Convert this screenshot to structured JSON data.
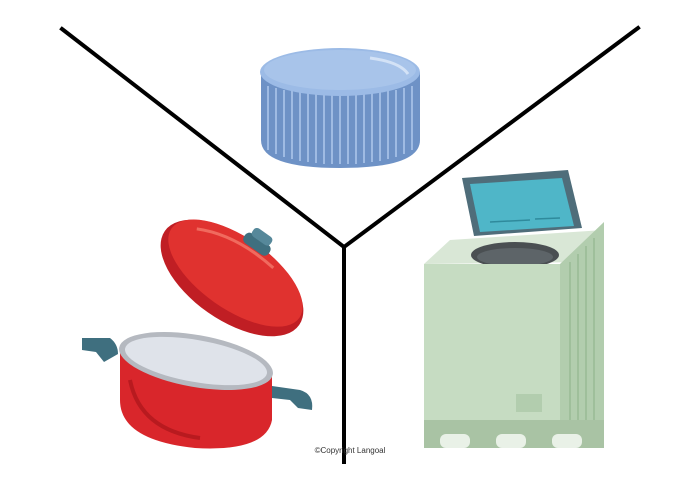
{
  "copyright": "©Copyright Langoal",
  "items": [
    {
      "name": "bottle cap",
      "color": "#7fa3d4"
    },
    {
      "name": "cooking pot",
      "color": "#d9262b"
    },
    {
      "name": "washing machine",
      "color": "#c5dcc1"
    }
  ],
  "colors": {
    "divider": "#000000",
    "cap_body": "#7fa3d4",
    "cap_top": "#9cbbe6",
    "pot_red": "#d9262b",
    "pot_handle": "#3f6f7f",
    "washer_body": "#c6dcc2",
    "washer_screen": "#4fb6c8"
  }
}
